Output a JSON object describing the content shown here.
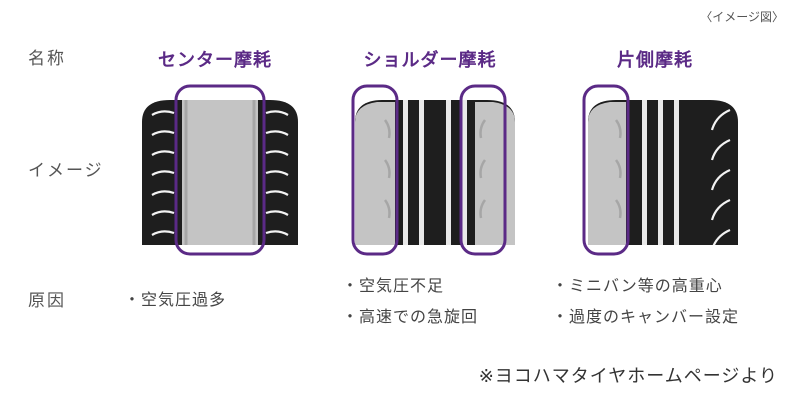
{
  "caption": "〈イメージ図〉",
  "row_labels": {
    "name": "名称",
    "image": "イメージ",
    "cause": "原因"
  },
  "columns": [
    {
      "title": "センター摩耗",
      "causes": [
        "・空気圧過多"
      ]
    },
    {
      "title": "ショルダー摩耗",
      "causes": [
        "・空気圧不足",
        "・高速での急旋回"
      ]
    },
    {
      "title": "片側摩耗",
      "causes": [
        "・ミニバン等の高重心",
        "・過度のキャンバー設定"
      ]
    }
  ],
  "source": "※ヨコハマタイヤホームページより",
  "colors": {
    "accent": "#5b2a86",
    "tread": "#1e1e1e",
    "worn": "#c4c4c4",
    "highlight": "#5b2a86"
  }
}
